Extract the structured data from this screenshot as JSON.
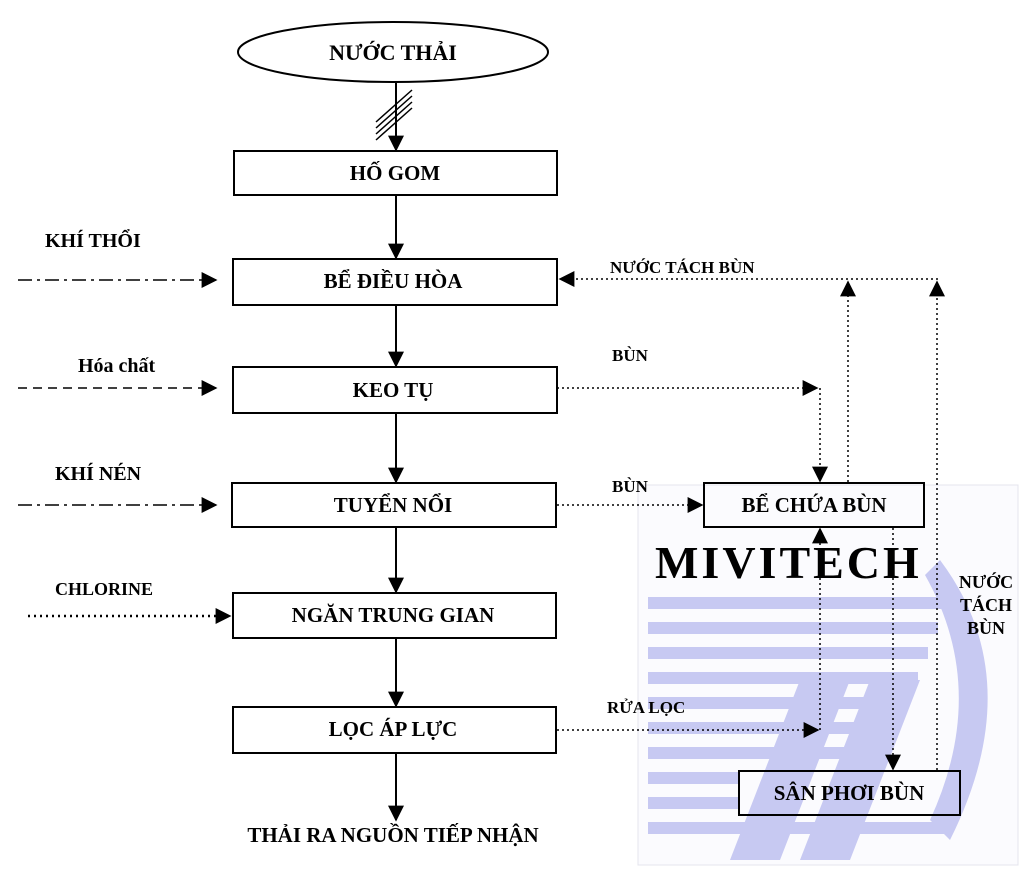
{
  "diagram": {
    "start": "NƯỚC THẢI",
    "steps": {
      "ho_gom": "HỐ GOM",
      "be_dieu_hoa": "BỂ ĐIỀU HÒA",
      "keo_tu": "KEO TỤ",
      "tuyen_noi": "TUYỂN NỔI",
      "ngan_trung_gian": "NGĂN TRUNG GIAN",
      "loc_ap_luc": "LỌC ÁP LỰC"
    },
    "end": "THẢI RA NGUỒN TIẾP NHẬN",
    "inputs": {
      "khi_thoi": "KHÍ THỔI",
      "hoa_chat": "Hóa chất",
      "khi_nen": "KHÍ NÉN",
      "chlorine": "CHLORINE"
    },
    "sludge": {
      "be_chua_bun": "BỂ CHỨA BÙN",
      "san_phoi_bun": "SÂN PHƠI BÙN"
    },
    "flow_labels": {
      "nuoc_tach_bun_top": "NƯỚC TÁCH BÙN",
      "bun_1": "BÙN",
      "bun_2": "BÙN",
      "rua_loc": "RỬA LỌC",
      "nuoc_tach_bun_side": [
        "NƯỚC",
        "TÁCH",
        "BÙN"
      ]
    },
    "watermark": {
      "text": "MIVITECH",
      "color_text": "#f7c9bd",
      "color_bars": "#c7c9f2"
    }
  }
}
